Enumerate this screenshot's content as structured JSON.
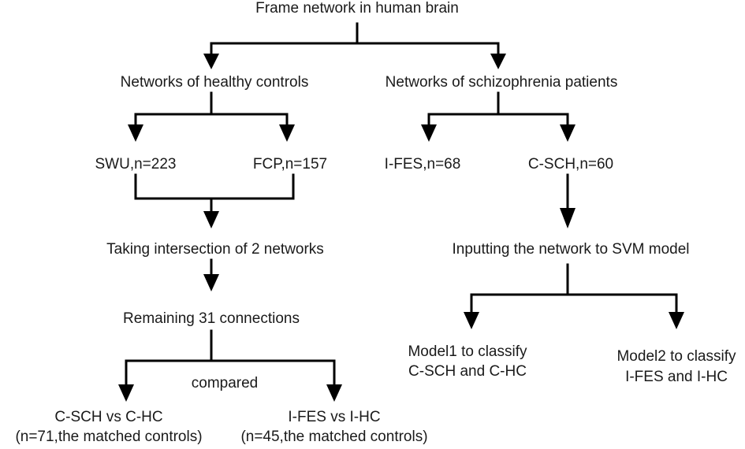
{
  "diagram": {
    "nodes": {
      "root": "Frame network in human brain",
      "healthy": "Networks of healthy controls",
      "schizo": "Networks of schizophrenia patients",
      "swu": "SWU,n=223",
      "fcp": "FCP,n=157",
      "ifes": "I-FES,n=68",
      "csch": "C-SCH,n=60",
      "intersect": "Taking intersection of 2 networks",
      "svm": "Inputting the network to SVM model",
      "remaining": "Remaining 31 connections",
      "compared": "compared",
      "model1_line1": "Model1 to classify",
      "model1_line2": "C-SCH and C-HC",
      "model2_line1": "Model2 to classify",
      "model2_line2": "I-FES and I-HC",
      "cmp1_line1": "C-SCH vs C-HC",
      "cmp1_line2": "(n=71,the matched controls)",
      "cmp2_line1": "I-FES vs I-HC",
      "cmp2_line2": "(n=45,the matched controls)"
    }
  }
}
